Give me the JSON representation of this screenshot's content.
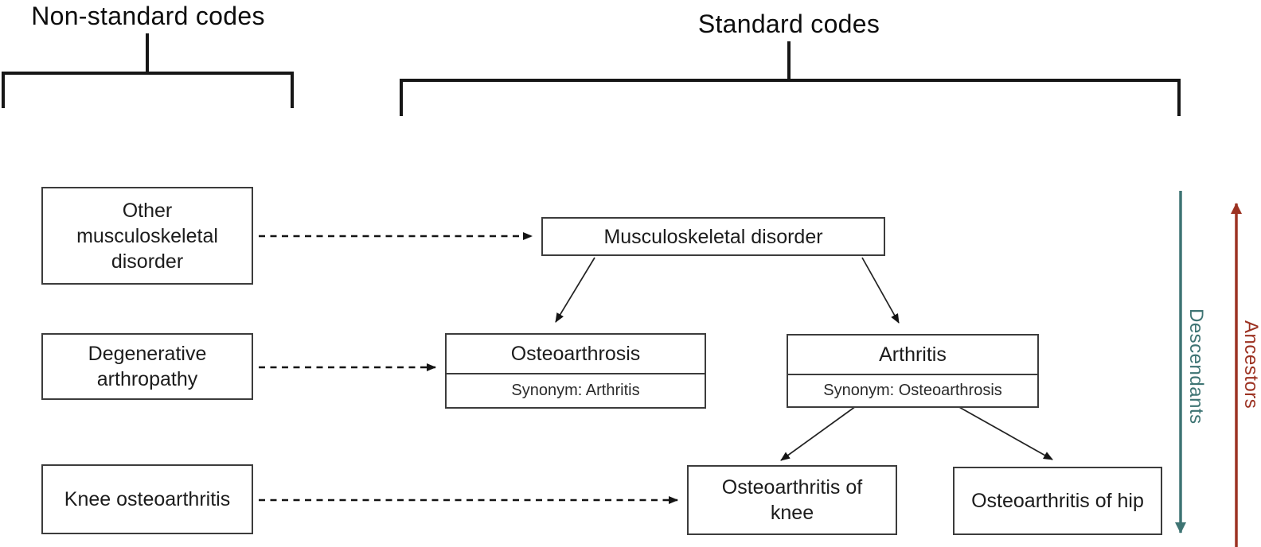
{
  "groups": {
    "non_standard": {
      "title": "Non-standard codes"
    },
    "standard": {
      "title": "Standard codes"
    }
  },
  "non_standard_codes": [
    {
      "label": "Other musculoskeletal disorder"
    },
    {
      "label": "Degenerative arthropathy"
    },
    {
      "label": "Knee osteoarthritis"
    }
  ],
  "standard_codes": {
    "root": {
      "label": "Musculoskeletal disorder"
    },
    "children": [
      {
        "label": "Osteoarthrosis",
        "synonym": "Synonym: Arthritis"
      },
      {
        "label": "Arthritis",
        "synonym": "Synonym: Osteoarthrosis"
      }
    ],
    "grandchildren": [
      {
        "label": "Osteoarthritis of knee"
      },
      {
        "label": "Osteoarthritis of hip"
      }
    ]
  },
  "axes": {
    "descendants": {
      "label": "Descendants",
      "color": "#3E7473"
    },
    "ancestors": {
      "label": "Ancestors",
      "color": "#9C3222"
    }
  }
}
